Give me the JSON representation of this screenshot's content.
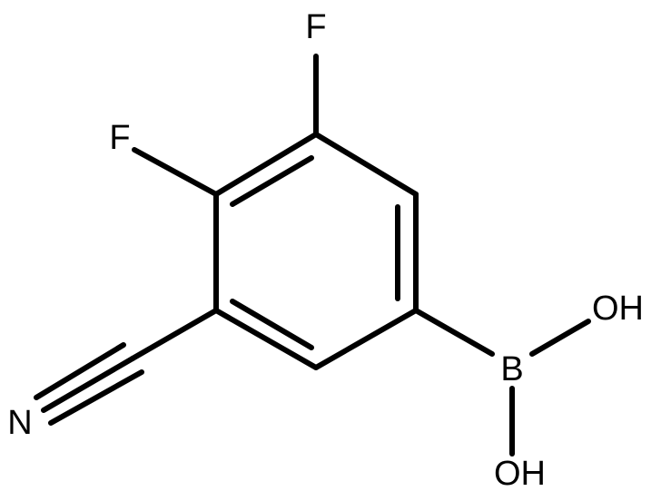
{
  "labels": {
    "f_top": "F",
    "f_left": "F",
    "n": "N",
    "b": "B",
    "oh_upper": "OH",
    "oh_lower": "OH"
  },
  "colors": {
    "ink": "#000000",
    "background": "#ffffff"
  }
}
